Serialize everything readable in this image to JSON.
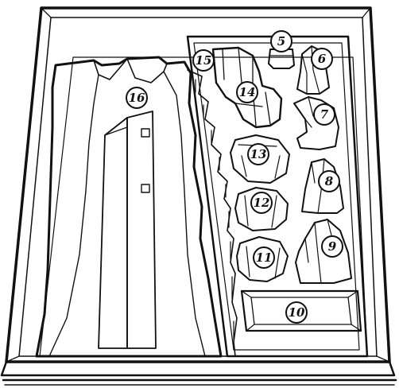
{
  "labels": [
    {
      "id": "5",
      "text": "5",
      "item": "small-hexagonal-piece"
    },
    {
      "id": "6",
      "text": "6",
      "item": "rock-piece"
    },
    {
      "id": "7",
      "text": "7",
      "item": "curved-rock-piece"
    },
    {
      "id": "8",
      "text": "8",
      "item": "tall-rock-piece"
    },
    {
      "id": "9",
      "text": "9",
      "item": "peaked-rock-piece"
    },
    {
      "id": "10",
      "text": "10",
      "item": "rectangular-tray"
    },
    {
      "id": "11",
      "text": "11",
      "item": "round-rock-piece"
    },
    {
      "id": "12",
      "text": "12",
      "item": "round-rock-piece"
    },
    {
      "id": "13",
      "text": "13",
      "item": "round-rock-piece"
    },
    {
      "id": "14",
      "text": "14",
      "item": "stacked-rock-pieces"
    },
    {
      "id": "15",
      "text": "15",
      "item": "terraced-cliff-piece"
    },
    {
      "id": "16",
      "text": "16",
      "item": "large-tower-piece"
    }
  ],
  "colors": {
    "line": "#111111",
    "paper": "#ffffff"
  }
}
